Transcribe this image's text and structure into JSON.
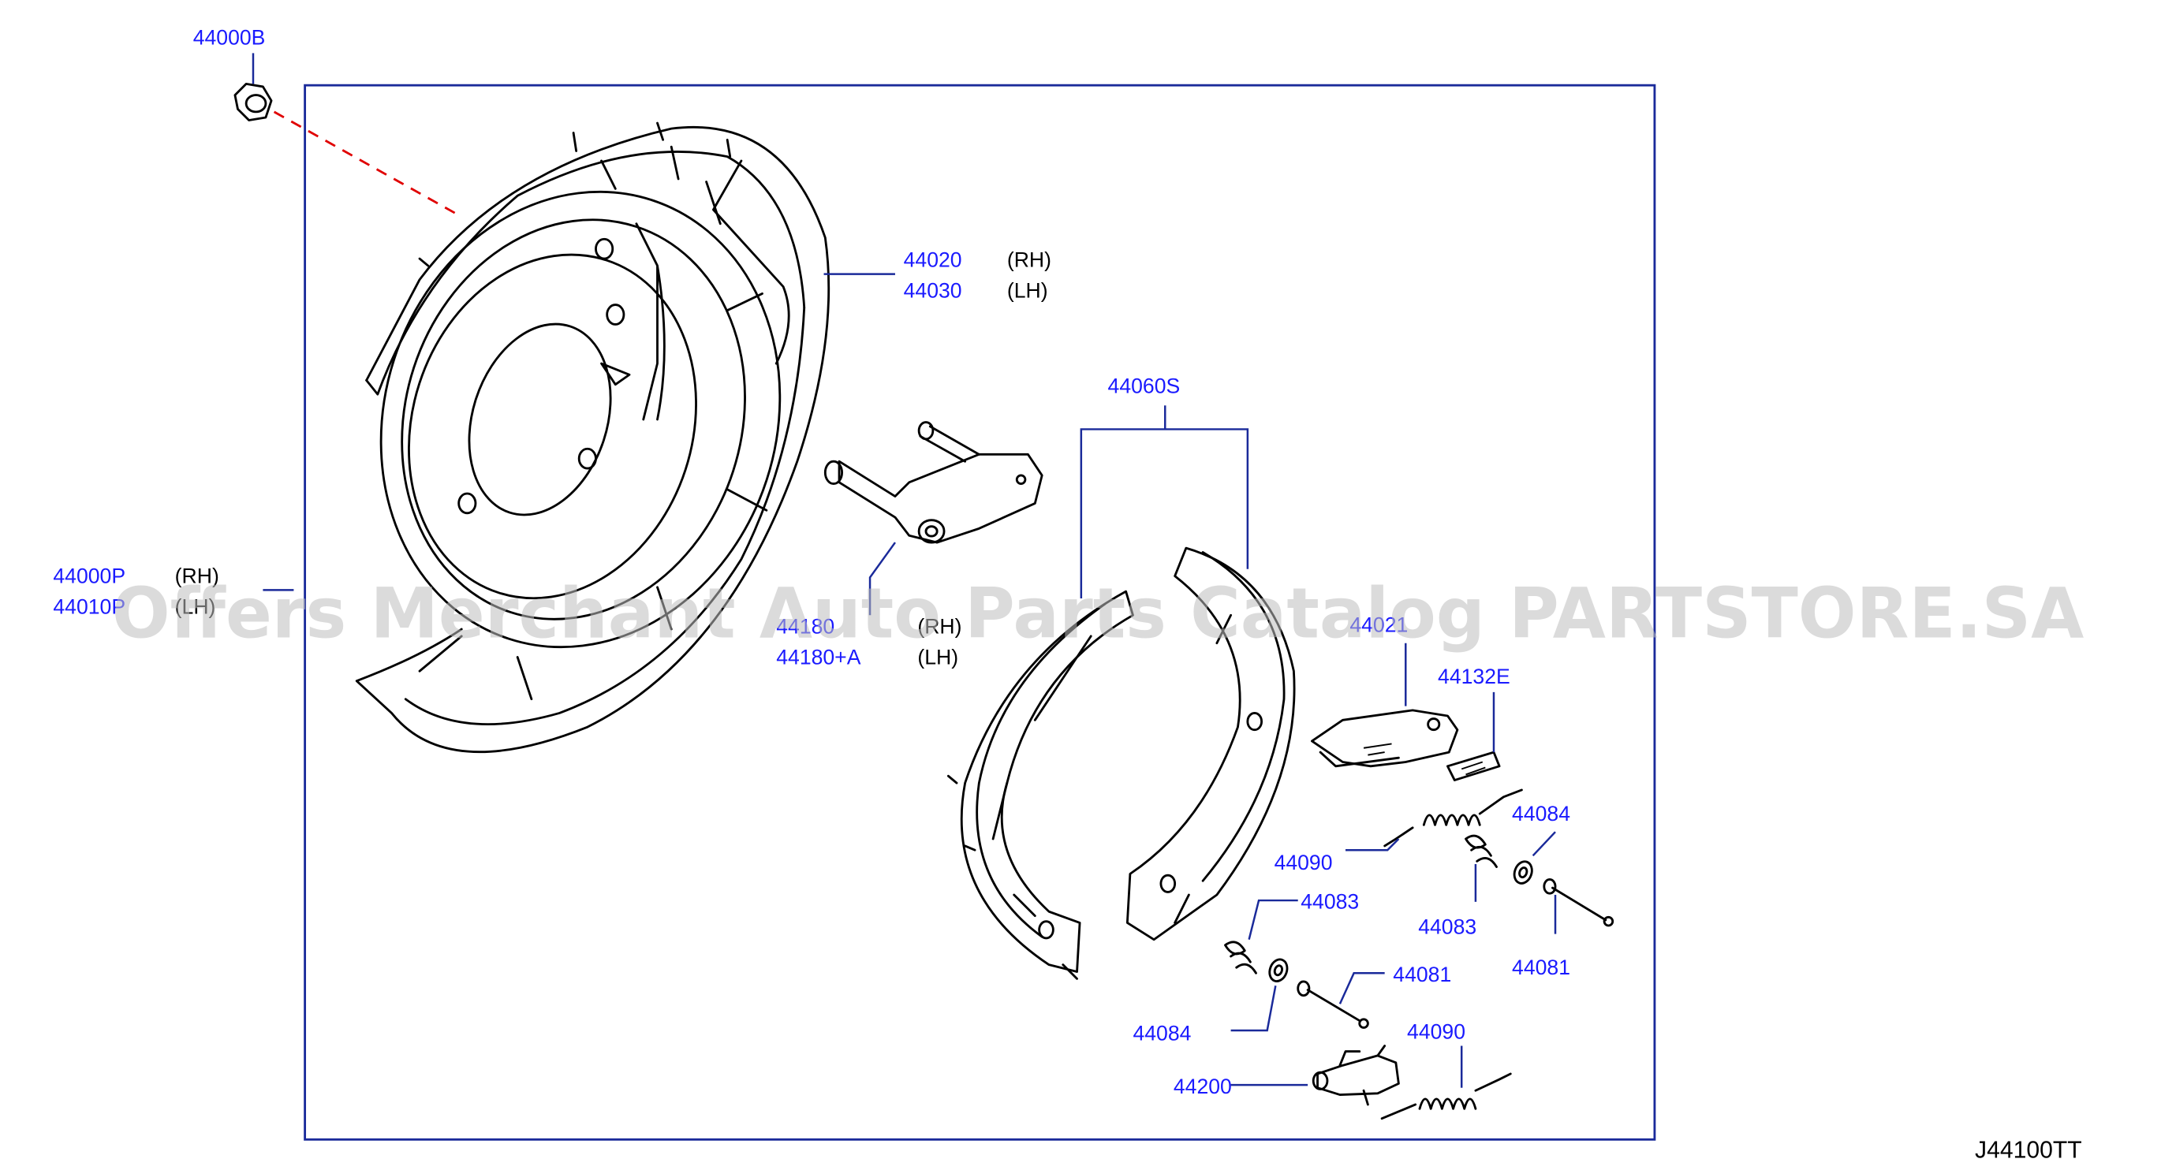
{
  "diagram": {
    "reference_code": "J44100TT",
    "watermark": "Offers Merchant Auto Parts Catalog PARTSTORE.SA",
    "labels": [
      {
        "id": "nut",
        "part": "44000B",
        "side": ""
      },
      {
        "id": "plate-rh",
        "part": "44020",
        "side": "(RH)"
      },
      {
        "id": "plate-lh",
        "part": "44030",
        "side": "(LH)"
      },
      {
        "id": "shoe-set",
        "part": "44060S",
        "side": ""
      },
      {
        "id": "assy-rh",
        "part": "44000P",
        "side": "(RH)"
      },
      {
        "id": "assy-lh",
        "part": "44010P",
        "side": "(LH)"
      },
      {
        "id": "lever-rh",
        "part": "44180",
        "side": "(RH)"
      },
      {
        "id": "lever-lh",
        "part": "44180+A",
        "side": "(LH)"
      },
      {
        "id": "strut",
        "part": "44021",
        "side": ""
      },
      {
        "id": "clip",
        "part": "44132E",
        "side": ""
      },
      {
        "id": "retainer-right",
        "part": "44084",
        "side": ""
      },
      {
        "id": "spring-upper",
        "part": "44090",
        "side": ""
      },
      {
        "id": "hold-spring-left",
        "part": "44083",
        "side": ""
      },
      {
        "id": "hold-spring-right",
        "part": "44083",
        "side": ""
      },
      {
        "id": "pin-center",
        "part": "44081",
        "side": ""
      },
      {
        "id": "pin-right",
        "part": "44081",
        "side": ""
      },
      {
        "id": "retainer-left",
        "part": "44084",
        "side": ""
      },
      {
        "id": "spring-lower",
        "part": "44090",
        "side": ""
      },
      {
        "id": "adjuster",
        "part": "44200",
        "side": ""
      }
    ]
  }
}
